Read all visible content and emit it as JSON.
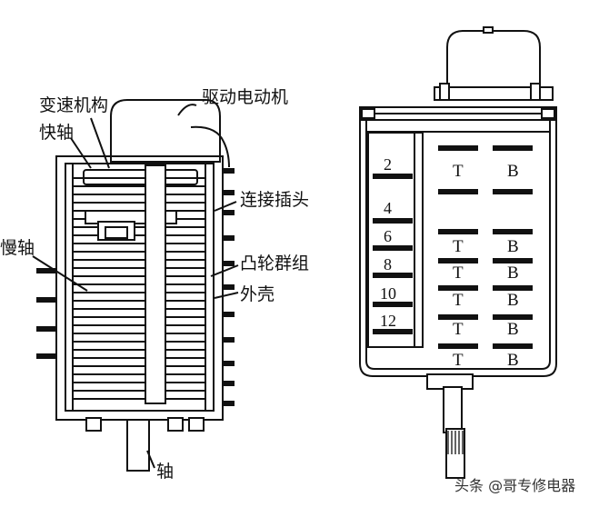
{
  "left_diagram": {
    "labels": {
      "speed_mechanism": "变速机构",
      "drive_motor": "驱动电动机",
      "fast_shaft": "快轴",
      "connector_plug": "连接插头",
      "slow_shaft": "慢轴",
      "cam_group": "凸轮群组",
      "housing": "外壳",
      "shaft": "轴"
    }
  },
  "right_diagram": {
    "numbers": [
      "2",
      "4",
      "6",
      "8",
      "10",
      "12"
    ],
    "contact_t": "T",
    "contact_b": "B"
  },
  "watermark": "头条 @哥专修电器"
}
